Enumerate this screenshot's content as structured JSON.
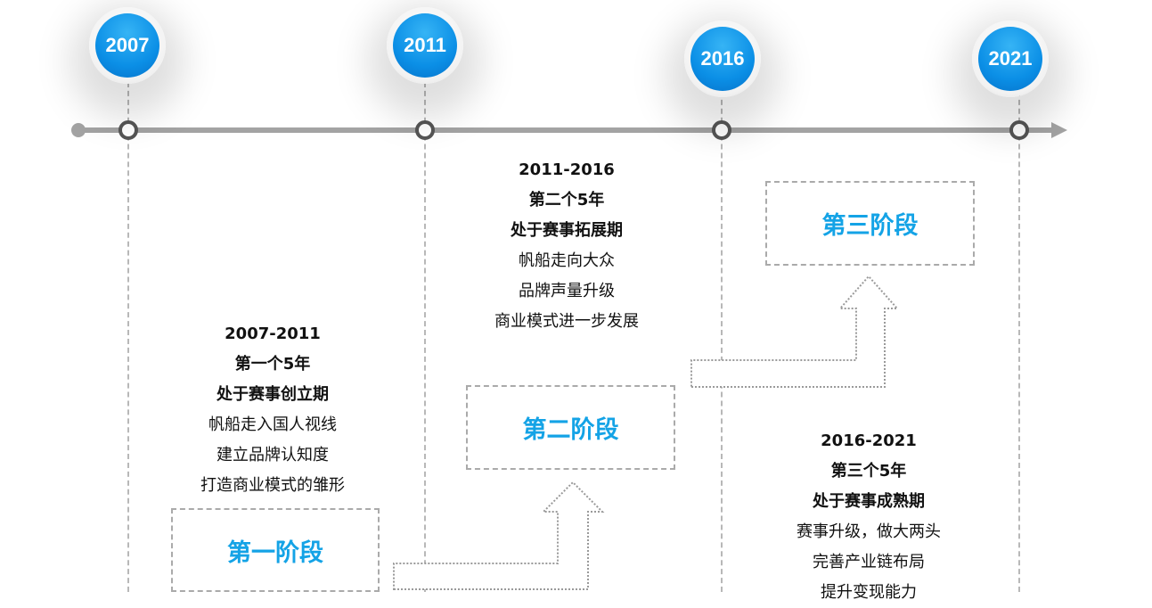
{
  "timeline": {
    "years": [
      "2007",
      "2011",
      "2016",
      "2021"
    ]
  },
  "stages": [
    {
      "label": "第一阶段",
      "period": "2007-2011",
      "title": "第一个5年",
      "phase": "处于赛事创立期",
      "points": [
        "帆船走入国人视线",
        "建立品牌认知度",
        "打造商业模式的雏形"
      ]
    },
    {
      "label": "第二阶段",
      "period": "2011-2016",
      "title": "第二个5年",
      "phase": "处于赛事拓展期",
      "points": [
        "帆船走向大众",
        "品牌声量升级",
        "商业模式进一步发展"
      ]
    },
    {
      "label": "第三阶段",
      "period": "2016-2021",
      "title": "第三个5年",
      "phase": "处于赛事成熟期",
      "points": [
        "赛事升级，做大两头",
        "完善产业链布局",
        "提升变现能力"
      ]
    }
  ],
  "colors": {
    "accent": "#14a3e6",
    "badge": "#0b8fe6",
    "axis": "#a3a3a3"
  }
}
